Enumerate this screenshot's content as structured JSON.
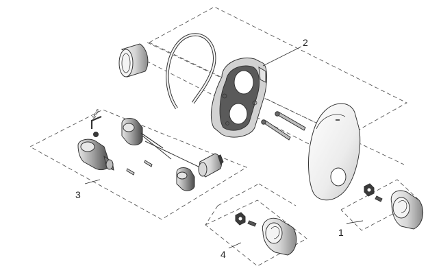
{
  "diagram": {
    "callouts": {
      "c1": "1",
      "c2": "2",
      "c3": "3",
      "c4": "4"
    },
    "tool_label": "4mm"
  },
  "colors": {
    "line": "#333333",
    "shade_dark": "#3a3a3a",
    "shade_mid": "#9a9a9a",
    "shade_light": "#e6e6e6",
    "background": "#ffffff"
  }
}
